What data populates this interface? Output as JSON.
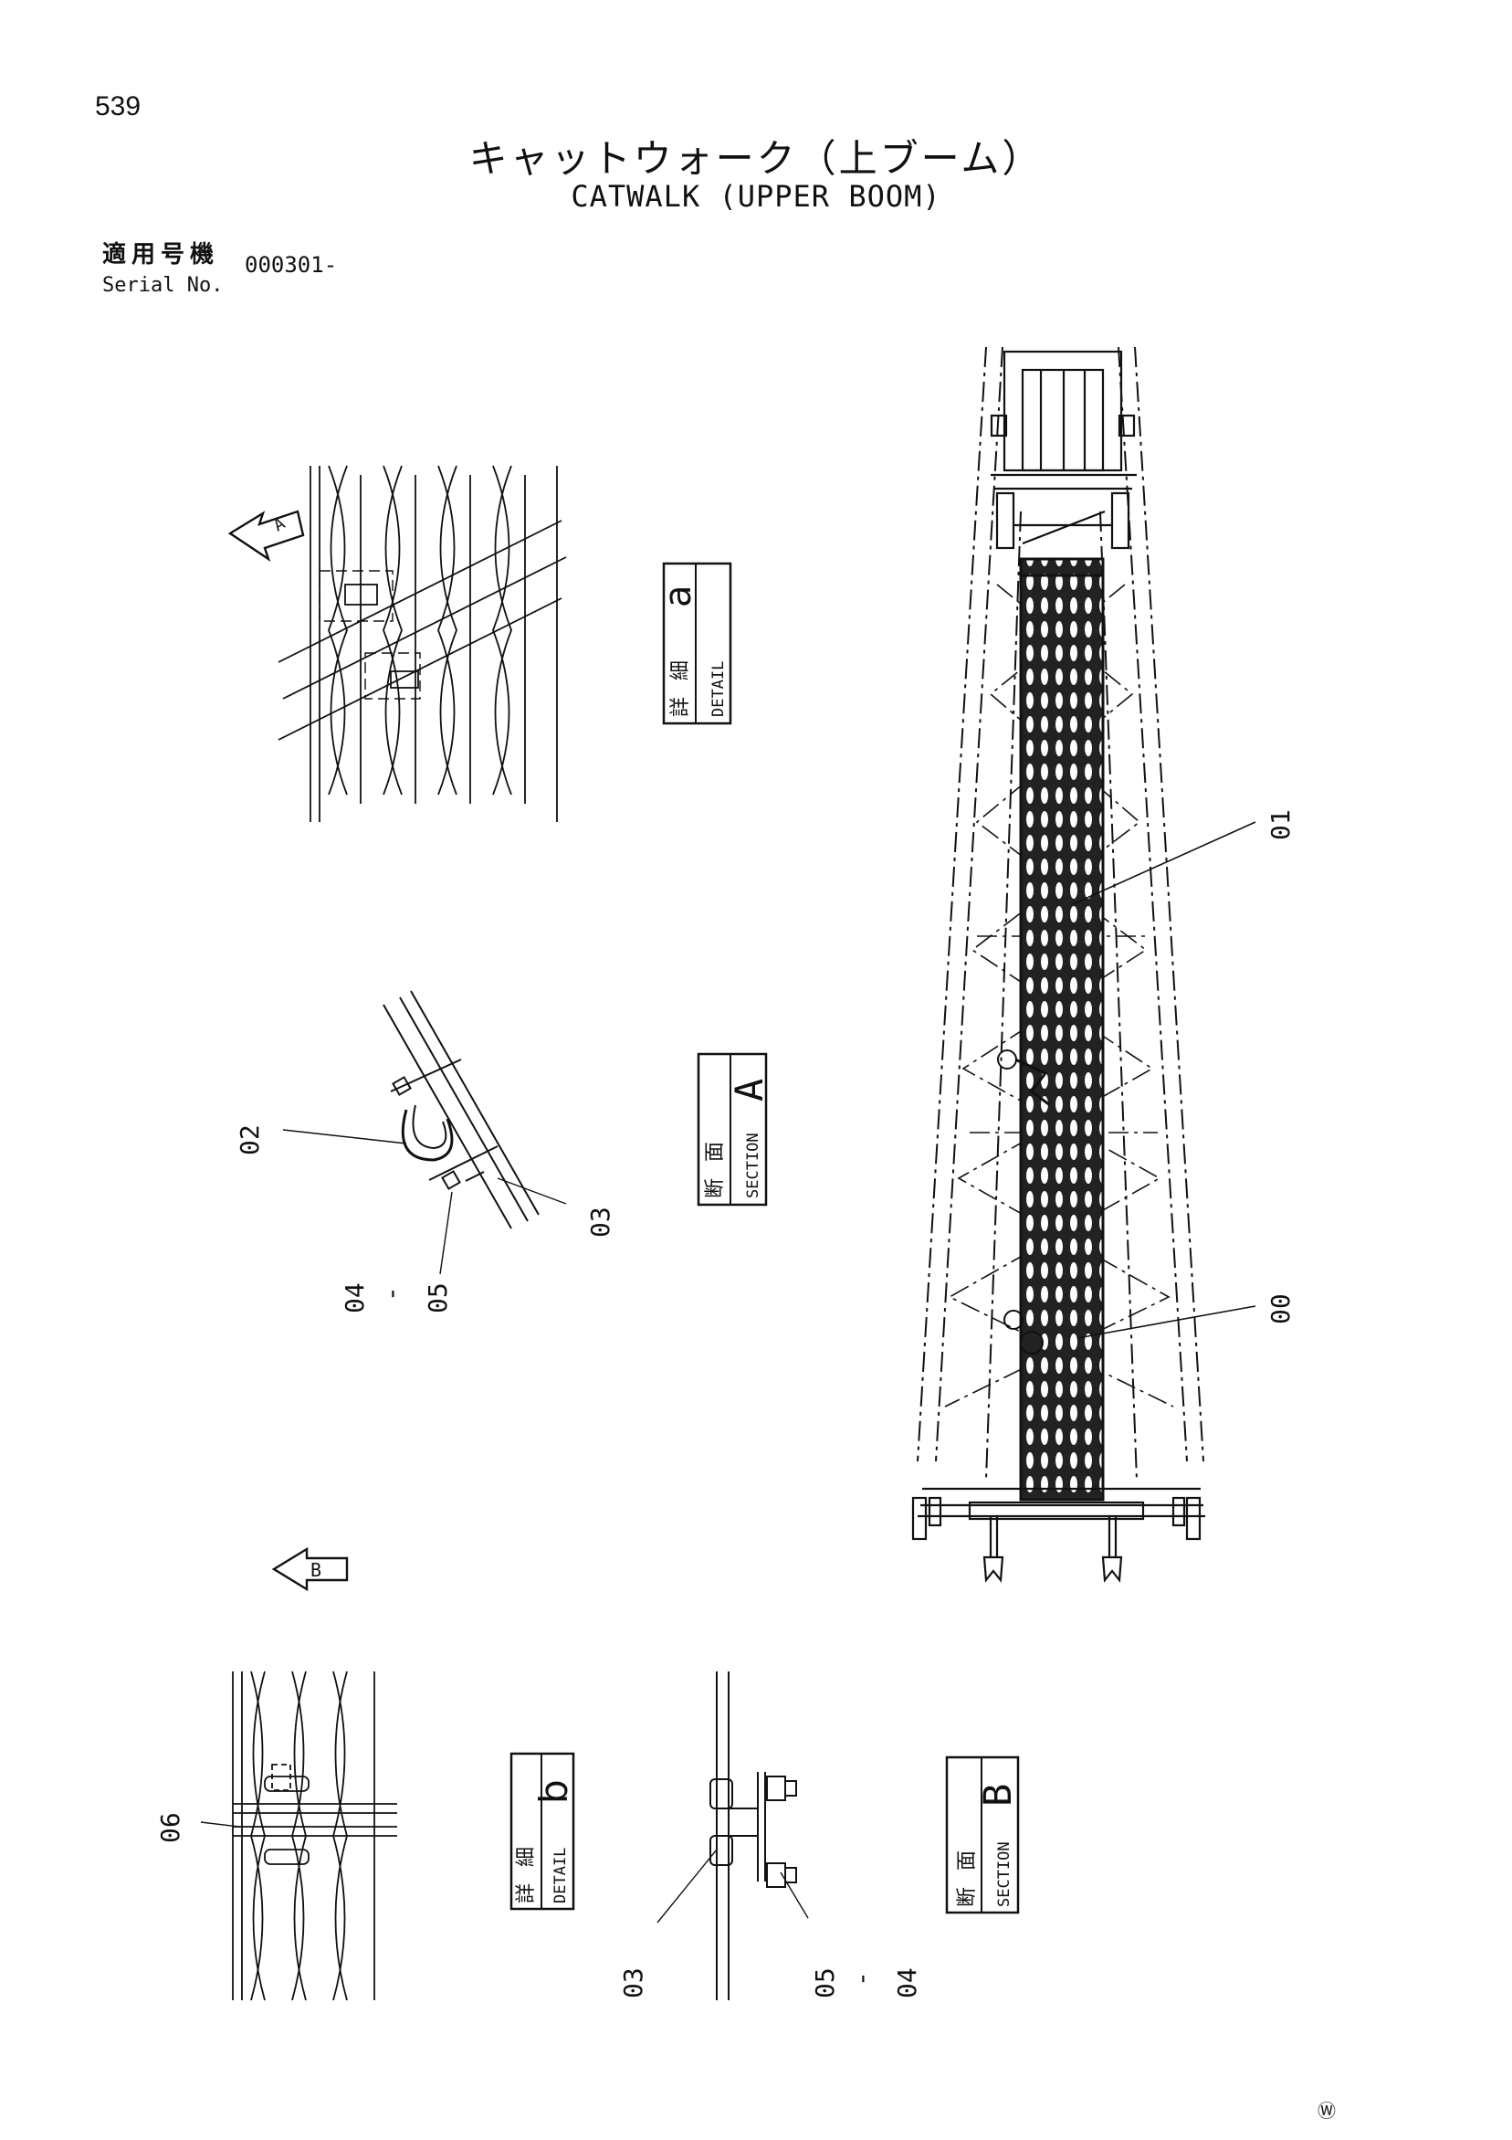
{
  "page": {
    "number": "539",
    "mark": "Ⓦ"
  },
  "title": {
    "jp": "キャットウォーク（上ブーム）",
    "en": "CATWALK (UPPER BOOM)"
  },
  "serial": {
    "label_jp": "適用号機",
    "label_en": "Serial No.",
    "value": "000301-"
  },
  "views": {
    "detail_a": {
      "jp1": "詳",
      "jp2": "細",
      "en": "DETAIL",
      "letter": "a"
    },
    "section_a": {
      "jp1": "断",
      "jp2": "面",
      "en": "SECTION",
      "letter": "A"
    },
    "detail_b": {
      "jp1": "詳",
      "jp2": "細",
      "en": "DETAIL",
      "letter": "b"
    },
    "section_b": {
      "jp1": "断",
      "jp2": "面",
      "en": "SECTION",
      "letter": "B"
    },
    "arrow_a": "A",
    "arrow_b": "B"
  },
  "callouts": {
    "c01": "01",
    "c00": "00",
    "c02": "02",
    "c03_a": "03",
    "c04_05_a": {
      "a": "04",
      "dash": "-",
      "b": "05"
    },
    "c06": "06",
    "c03_b": "03",
    "c05_04_b": {
      "a": "05",
      "dash": "-",
      "b": "04"
    }
  }
}
